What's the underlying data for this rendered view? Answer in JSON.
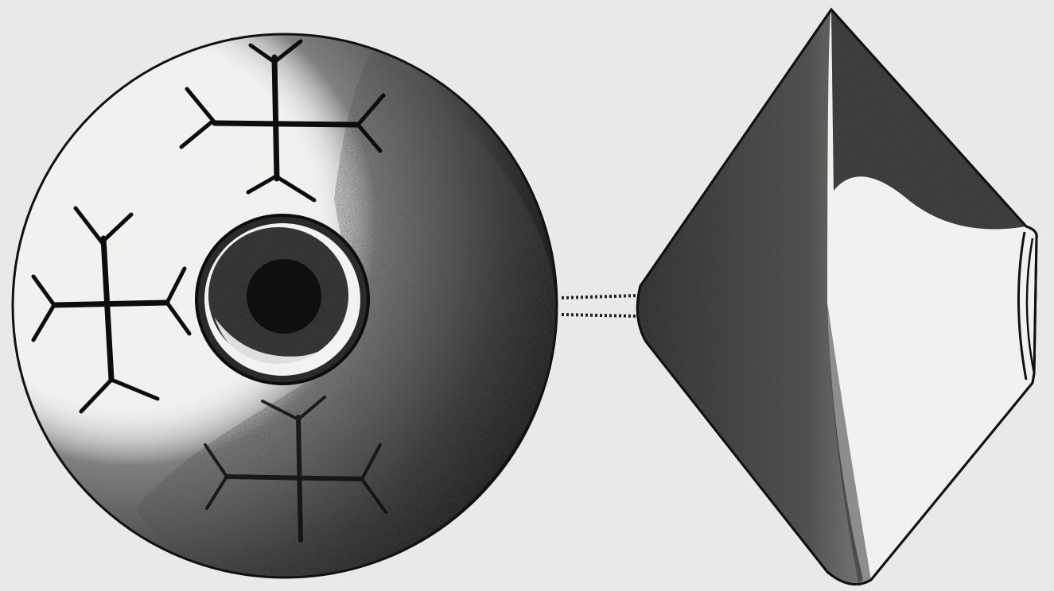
{
  "figure": {
    "colors": {
      "paper": "#e9e9e7",
      "ink": "#111111",
      "stipple": "#1c1c1c"
    },
    "elements": {
      "disc": "spindle-whorl-face-view",
      "profile": "spindle-whorl-side-view",
      "hole": "central-perforation",
      "connector": "dotted-axis-line",
      "motifs": [
        "cross-motif-top",
        "cross-motif-left",
        "cross-motif-bottom"
      ]
    }
  }
}
